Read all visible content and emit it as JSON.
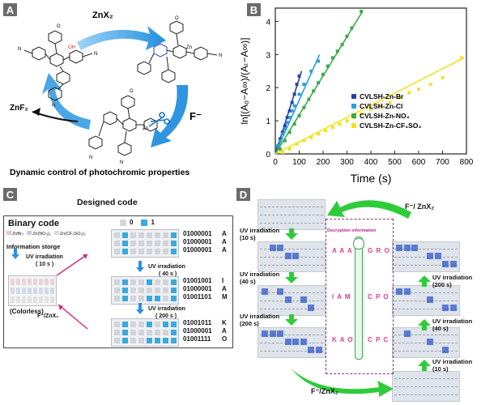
{
  "panels": {
    "a": "A",
    "b": "B",
    "c": "C",
    "d": "D"
  },
  "panel_a": {
    "arrow_top": "ZnX₂",
    "arrow_right": "F⁻",
    "arrow_left": "ZnF₂",
    "caption": "Dynamic control of photochromic properties"
  },
  "chart_data": {
    "type": "scatter",
    "xlabel": "Time (s)",
    "ylabel": "ln[(A₀−A∞)/(Aₜ−A∞)]",
    "xlim": [
      0,
      800
    ],
    "ylim": [
      0,
      4.4
    ],
    "xticks": [
      0,
      100,
      200,
      300,
      400,
      500,
      600,
      700,
      800
    ],
    "yticks": [
      0,
      1,
      2,
      3,
      4
    ],
    "legend_position": "bottom-right",
    "series": [
      {
        "name": "CVLSH-Zn-Br",
        "color": "#2c3fa6",
        "x": [
          10,
          20,
          30,
          40,
          50,
          60,
          70,
          80,
          90,
          100
        ],
        "y": [
          0.2,
          0.45,
          0.65,
          0.85,
          1.1,
          1.3,
          1.55,
          1.8,
          2.1,
          2.35
        ],
        "fit": [
          [
            0,
            0
          ],
          [
            110,
            2.5
          ]
        ]
      },
      {
        "name": "CVLSH-Zn-Cl",
        "color": "#2aa0d8",
        "x": [
          10,
          20,
          30,
          40,
          50,
          60,
          70,
          80,
          100,
          120,
          150,
          180
        ],
        "y": [
          0.25,
          0.4,
          0.6,
          0.75,
          0.95,
          1.1,
          1.3,
          1.45,
          1.8,
          2.1,
          2.5,
          2.8
        ],
        "fit": [
          [
            0,
            0
          ],
          [
            185,
            3.0
          ]
        ]
      },
      {
        "name": "CVLSH-Zn-NO₃",
        "color": "#3aaa4a",
        "x": [
          20,
          40,
          60,
          80,
          100,
          120,
          140,
          160,
          180,
          200,
          220,
          240,
          260,
          280,
          300,
          320,
          360
        ],
        "y": [
          0.15,
          0.4,
          0.65,
          0.9,
          1.15,
          1.4,
          1.65,
          1.9,
          2.15,
          2.4,
          2.65,
          2.9,
          3.1,
          3.3,
          3.55,
          3.8,
          4.3
        ],
        "fit": [
          [
            0,
            0
          ],
          [
            365,
            4.3
          ]
        ]
      },
      {
        "name": "CVLSH-Zn-CF₃SO₃",
        "color": "#f3e21a",
        "x": [
          30,
          60,
          90,
          120,
          150,
          180,
          210,
          240,
          270,
          300,
          330,
          360,
          400,
          440,
          480,
          520,
          560,
          600,
          650,
          700,
          780
        ],
        "y": [
          0.05,
          0.15,
          0.3,
          0.4,
          0.5,
          0.6,
          0.7,
          0.8,
          0.9,
          1.0,
          1.1,
          1.2,
          1.35,
          1.45,
          1.55,
          1.7,
          1.85,
          1.95,
          2.1,
          2.3,
          2.9
        ],
        "fit": [
          [
            0,
            0
          ],
          [
            790,
            2.9
          ]
        ]
      }
    ]
  },
  "panel_c": {
    "title": "Designed code",
    "binary_title": "Binary code",
    "legend_items": [
      "ZnBr₂",
      "Zn(NO₃)₂",
      "Zn(CF₃SO₃)₂"
    ],
    "info_storage": "Information storge",
    "uv1": "UV irradiation",
    "uv1_t": "( 10 s )",
    "colorless": "(Colorless)",
    "reset": "F⁻/ZnX₂",
    "key0": "0",
    "key1": "1",
    "uv2": "UV irradiation",
    "uv2_t": "( 40 s )",
    "uv3": "UV irradiation",
    "uv3_t": "( 200 s )",
    "groups": [
      [
        {
          "code": "01000001",
          "letter": "A"
        },
        {
          "code": "01000001",
          "letter": "A"
        },
        {
          "code": "01000001",
          "letter": "A"
        }
      ],
      [
        {
          "code": "01001001",
          "letter": "I"
        },
        {
          "code": "01000001",
          "letter": "A"
        },
        {
          "code": "01001101",
          "letter": "M"
        }
      ],
      [
        {
          "code": "01001011",
          "letter": "K"
        },
        {
          "code": "01000001",
          "letter": "A"
        },
        {
          "code": "01001111",
          "letter": "O"
        }
      ]
    ]
  },
  "panel_d": {
    "top_arrow": "F⁻/ ZnX₂",
    "bottom_arrow": "F⁻/ZnX₂",
    "decryption": "Decryption information",
    "left_uv": [
      {
        "label": "UV irradiation",
        "time": "(10 s)"
      },
      {
        "label": "UV irradiation",
        "time": "(40 s)"
      },
      {
        "label": "UV irradiation",
        "time": "(200 s)"
      }
    ],
    "right_uv": [
      {
        "label": "UV irradiation",
        "time": "(200 s)"
      },
      {
        "label": "UV irradiation",
        "time": "(40 s)"
      },
      {
        "label": "UV irradiation",
        "time": "(10 s)"
      }
    ],
    "left_words": [
      "A A A",
      "I A M",
      "K A O"
    ],
    "right_words": [
      "G R O",
      "C P O",
      "C P C"
    ]
  }
}
